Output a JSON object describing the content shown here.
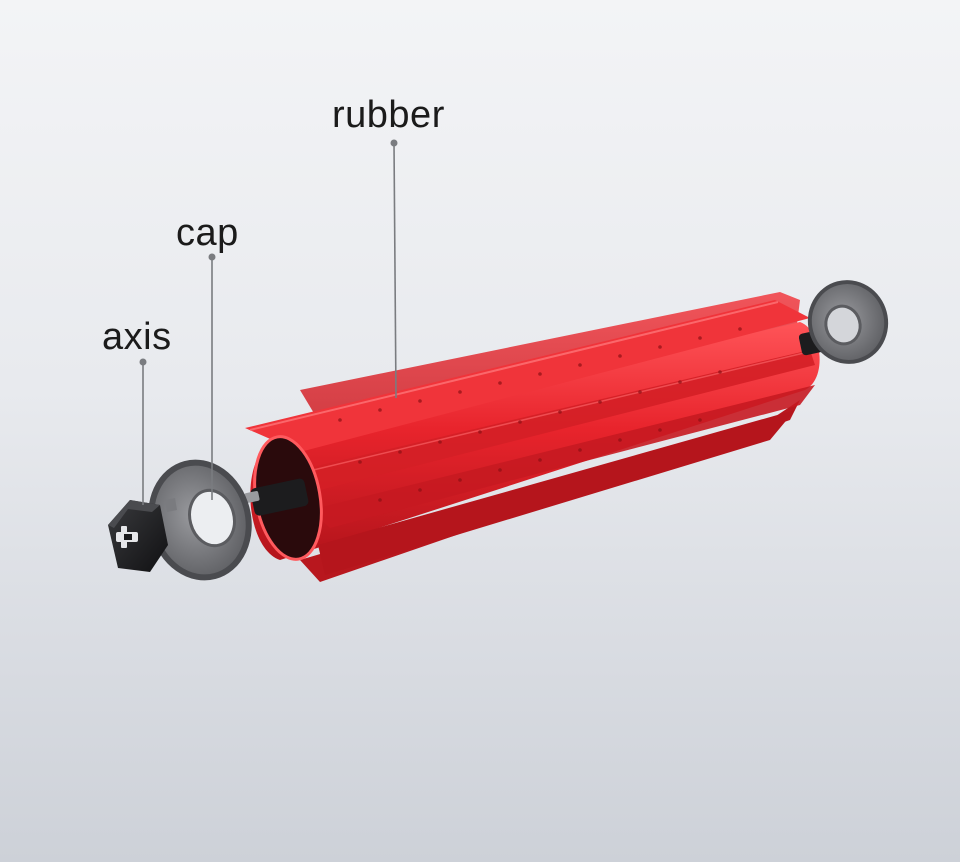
{
  "labels": {
    "rubber": "rubber",
    "cap": "cap",
    "axis": "axis"
  },
  "colors": {
    "rubber": "#e8242c",
    "rubber_dark": "#b8171e",
    "rubber_light": "#ff4a4f",
    "cap": "#6d6e72",
    "cap_light": "#8e8f93",
    "axis": "#1f1f21",
    "leader_line": "#7a7c80"
  }
}
